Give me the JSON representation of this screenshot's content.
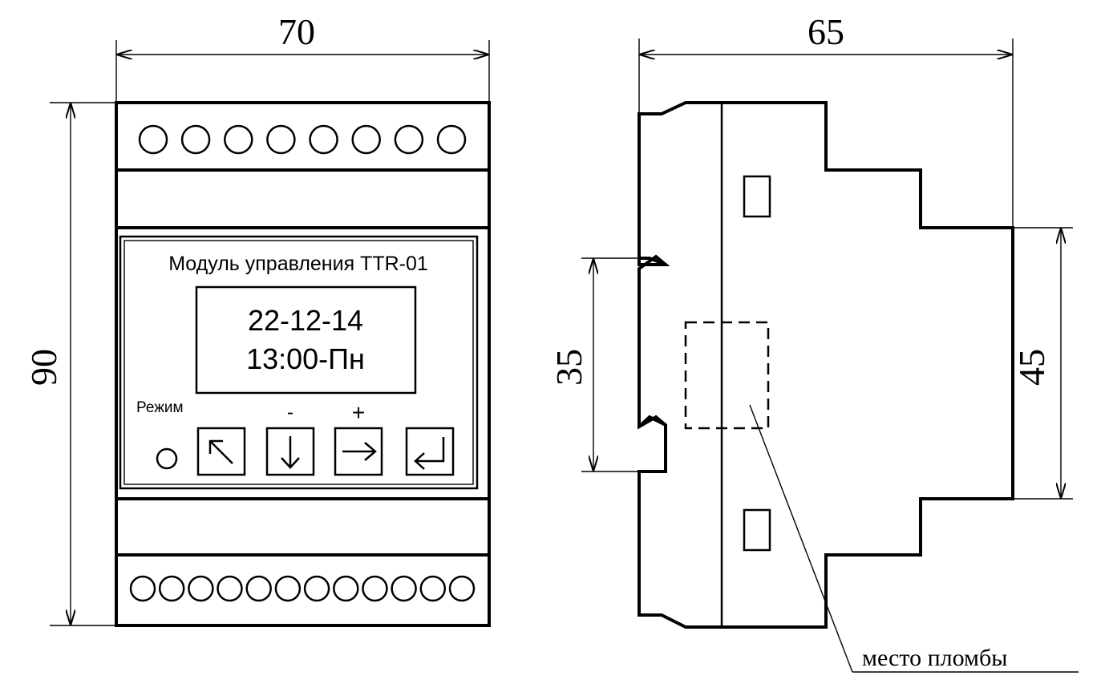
{
  "front_view": {
    "width_dimension": "70",
    "height_dimension": "90",
    "top_terminal_count": 8,
    "bottom_terminal_count": 12,
    "panel": {
      "title": "Модуль управления TTR-01",
      "display_line1": "22-12-14",
      "display_line2": "13:00-Пн",
      "mode_label": "Режим",
      "minus_label": "-",
      "plus_label": "+",
      "buttons": [
        {
          "icon": "arrow-up-left-icon",
          "glyph": "↖"
        },
        {
          "icon": "arrow-down-icon",
          "glyph": "↓"
        },
        {
          "icon": "arrow-right-icon",
          "glyph": "→"
        },
        {
          "icon": "enter-icon",
          "glyph": "↵"
        }
      ]
    }
  },
  "side_view": {
    "depth_dimension": "65",
    "rail_dimension": "35",
    "front_height_dimension": "45",
    "seal_label": "место пломбы"
  }
}
